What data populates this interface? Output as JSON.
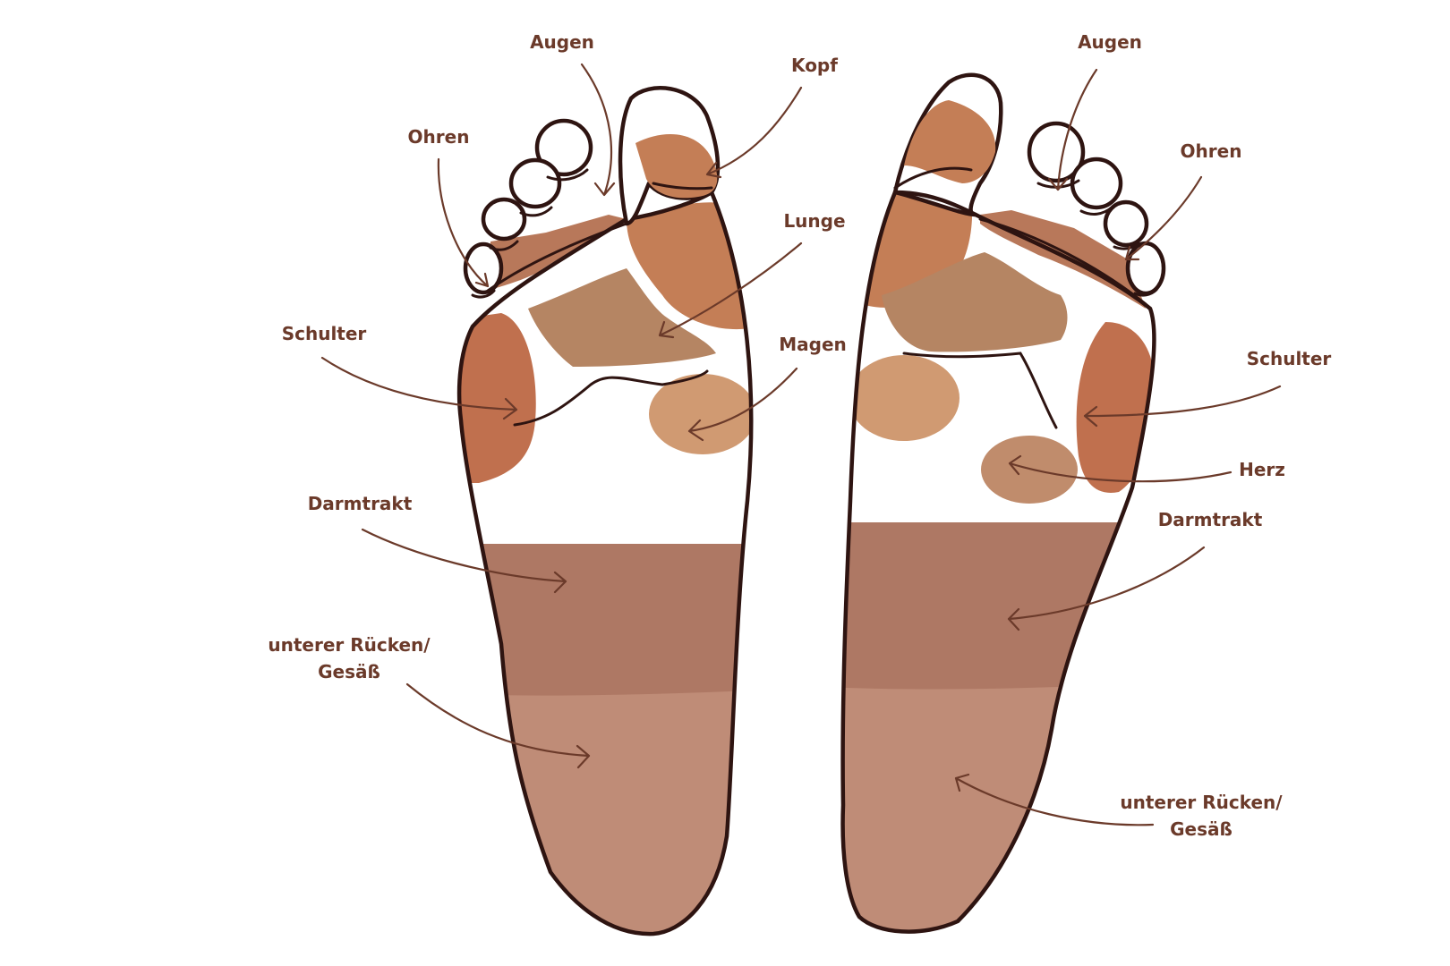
{
  "colors": {
    "outline": "#2e1411",
    "label": "#6b3a2a",
    "kopf": "#c47e56",
    "augen_ohren": "#b8785a",
    "lunge": "#b58563",
    "schulter": "#c0704e",
    "magen": "#d09a72",
    "herz": "#c08c6c",
    "darmtrakt": "#ae7864",
    "unterer_ruecken": "#bf8c77"
  },
  "left_foot": {
    "augen": "Augen",
    "ohren": "Ohren",
    "kopf": "Kopf",
    "lunge": "Lunge",
    "schulter": "Schulter",
    "magen": "Magen",
    "darmtrakt": "Darmtrakt",
    "unterer_ruecken_line1": "unterer Rücken/",
    "unterer_ruecken_line2": "Gesäß"
  },
  "right_foot": {
    "augen": "Augen",
    "ohren": "Ohren",
    "schulter": "Schulter",
    "herz": "Herz",
    "darmtrakt": "Darmtrakt",
    "unterer_ruecken_line1": "unterer Rücken/",
    "unterer_ruecken_line2": "Gesäß"
  }
}
